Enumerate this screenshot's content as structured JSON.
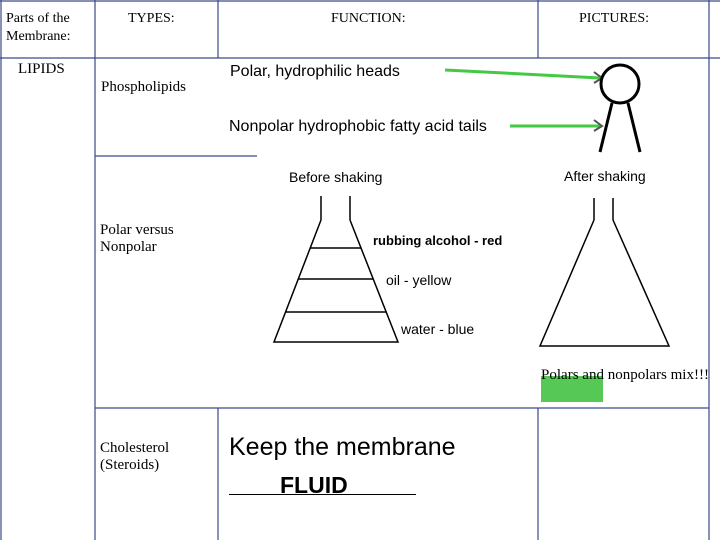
{
  "headers": {
    "parts": "Parts of the Membrane:",
    "types": "TYPES:",
    "function": "FUNCTION:",
    "pictures": "PICTURES:"
  },
  "rows": {
    "lipids": "LIPIDS",
    "phospholipids": "Phospholipids",
    "heads_function": "Polar, hydrophilic heads",
    "tails_function": "Nonpolar hydrophobic fatty acid tails",
    "polar_vs_nonpolar": "Polar versus Nonpolar",
    "cholesterol": "Cholesterol (Steroids)",
    "cholesterol_function": "Keep the membrane",
    "fluid": "FLUID",
    "polars_note": "Polars and nonpolars mix!!!"
  },
  "flask_before": {
    "title": "Before shaking",
    "layer1": "rubbing alcohol - red",
    "layer2": "oil - yellow",
    "layer3": "water - blue"
  },
  "flask_after": {
    "title": "After shaking"
  },
  "colors": {
    "arrow": "#44c944",
    "highlight": "#55c855",
    "grid": "#3a4a8a"
  }
}
